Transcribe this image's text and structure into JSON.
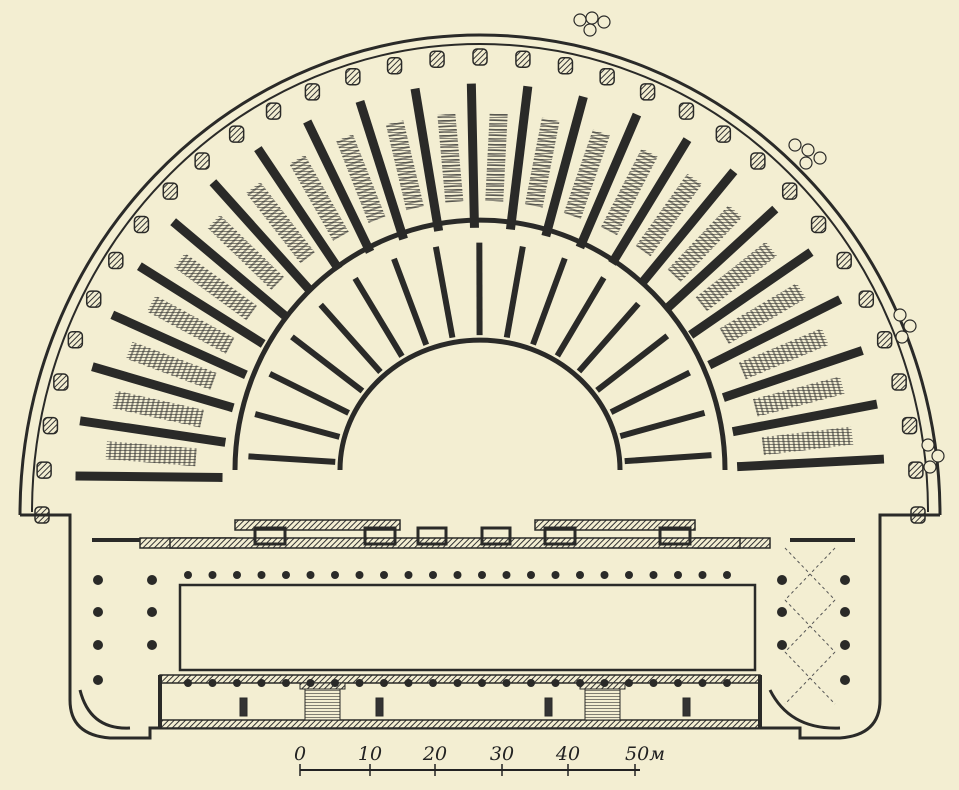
{
  "figure": {
    "background": "#f3eed2",
    "ink": "#2a2a28",
    "hatch": "#3a3a36"
  },
  "scale_bar": {
    "ticks": [
      "0",
      "10",
      "20",
      "30",
      "40",
      "50м"
    ],
    "unit": "м"
  }
}
